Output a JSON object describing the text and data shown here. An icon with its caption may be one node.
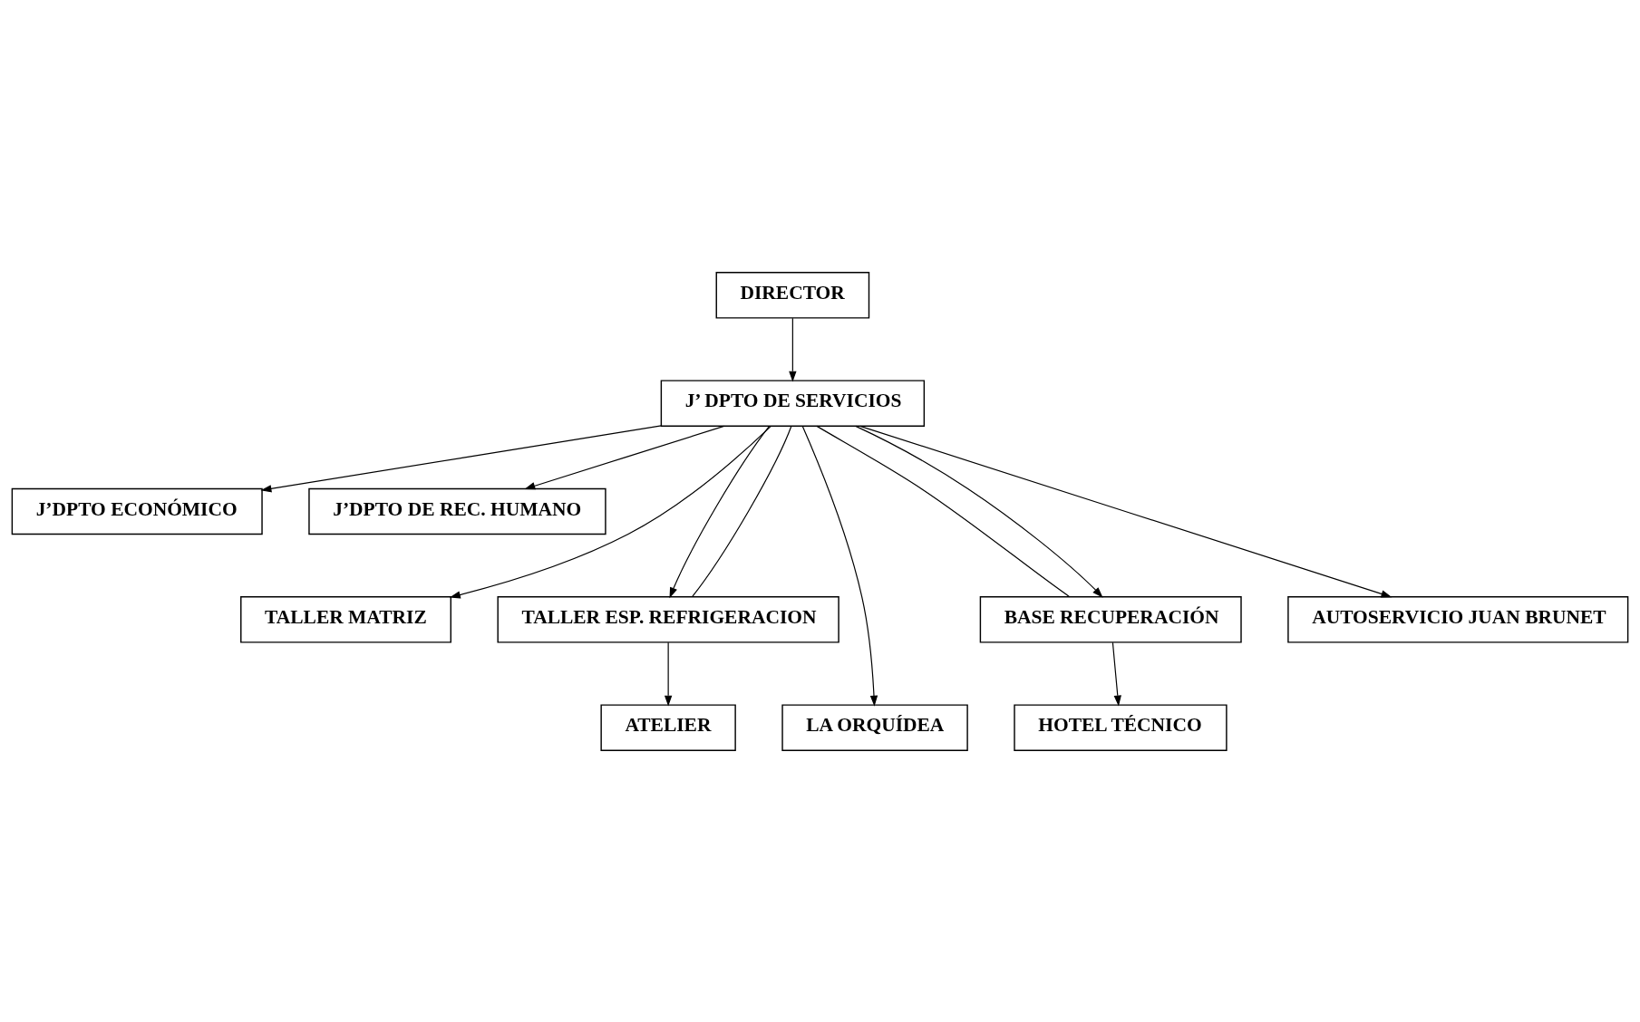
{
  "diagram": {
    "nodes": [
      {
        "text": [
          "DIRECTOR"
        ]
      },
      {
        "text": [
          "J’ DPTO DE SERVICIOS"
        ]
      },
      {
        "text": [
          "J’DPTO ECONÓMICO"
        ]
      },
      {
        "text": [
          "J’DPTO DE REC. HUMANO"
        ]
      },
      {
        "text": [
          "TALLER MATRIZ"
        ]
      },
      {
        "text": [
          "TALLER ESP. REFRIGERACION"
        ]
      },
      {
        "text": [
          "BASE RECUPERACIÓN"
        ]
      },
      {
        "text": [
          "AUTOSERVICIO JUAN BRUNET"
        ]
      },
      {
        "text": [
          "ATELIER"
        ]
      },
      {
        "text": [
          "LA ORQUÍDEA"
        ]
      },
      {
        "text": [
          "HOTEL TÉCNICO"
        ]
      }
    ],
    "edges": [
      {
        "from": 0,
        "to": 1,
        "arrow": "to"
      },
      {
        "from": 1,
        "to": 2,
        "arrow": "to"
      },
      {
        "from": 1,
        "to": 3,
        "arrow": "to"
      },
      {
        "from": 1,
        "to": 4,
        "arrow": "to"
      },
      {
        "from": 1,
        "to": 5,
        "arrow": "to"
      },
      {
        "from": 1,
        "to": 5,
        "arrow": "none"
      },
      {
        "from": 1,
        "to": 9,
        "arrow": "to"
      },
      {
        "from": 1,
        "to": 6,
        "arrow": "none"
      },
      {
        "from": 1,
        "to": 6,
        "arrow": "to"
      },
      {
        "from": 1,
        "to": 7,
        "arrow": "to"
      },
      {
        "from": 5,
        "to": 8,
        "arrow": "to"
      },
      {
        "from": 6,
        "to": 10,
        "arrow": "to"
      }
    ]
  }
}
